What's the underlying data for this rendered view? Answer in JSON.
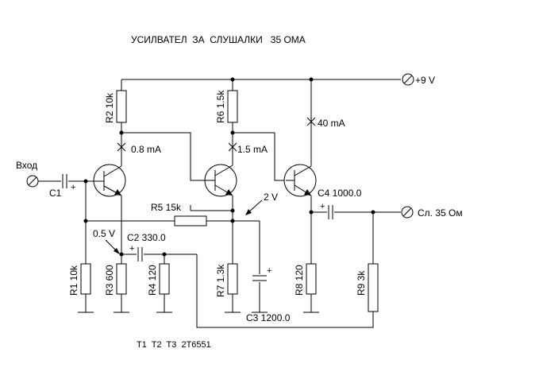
{
  "title": "УСИЛВАТЕЛ  ЗА  СЛУШАЛКИ   35 ОМА",
  "transistor_note": "T1  T2  T3  2T6551",
  "terminals": {
    "input": "Вход",
    "supply": "+9 V",
    "output": "Сл. 35 Ом"
  },
  "resistors": {
    "r1": "R1 10k",
    "r2": "R2 10k",
    "r3": "R3 600",
    "r4": "R4 120",
    "r5": "R5 15k",
    "r6": "R6 1.5k",
    "r7": "R7 1.3k",
    "r8": "R8 120",
    "r9": "R9 3k"
  },
  "capacitors": {
    "c1": "C1",
    "c2": "C2 330.0",
    "c3": "C3 1200.0",
    "c4": "C4 1000.0"
  },
  "currents": {
    "t1": "0.8 mA",
    "t2": "1.5 mA",
    "t3": "40 mA"
  },
  "voltages": {
    "t1_emitter": "0.5 V",
    "t2_emitter": "2 V"
  },
  "polarity_plus": "+"
}
